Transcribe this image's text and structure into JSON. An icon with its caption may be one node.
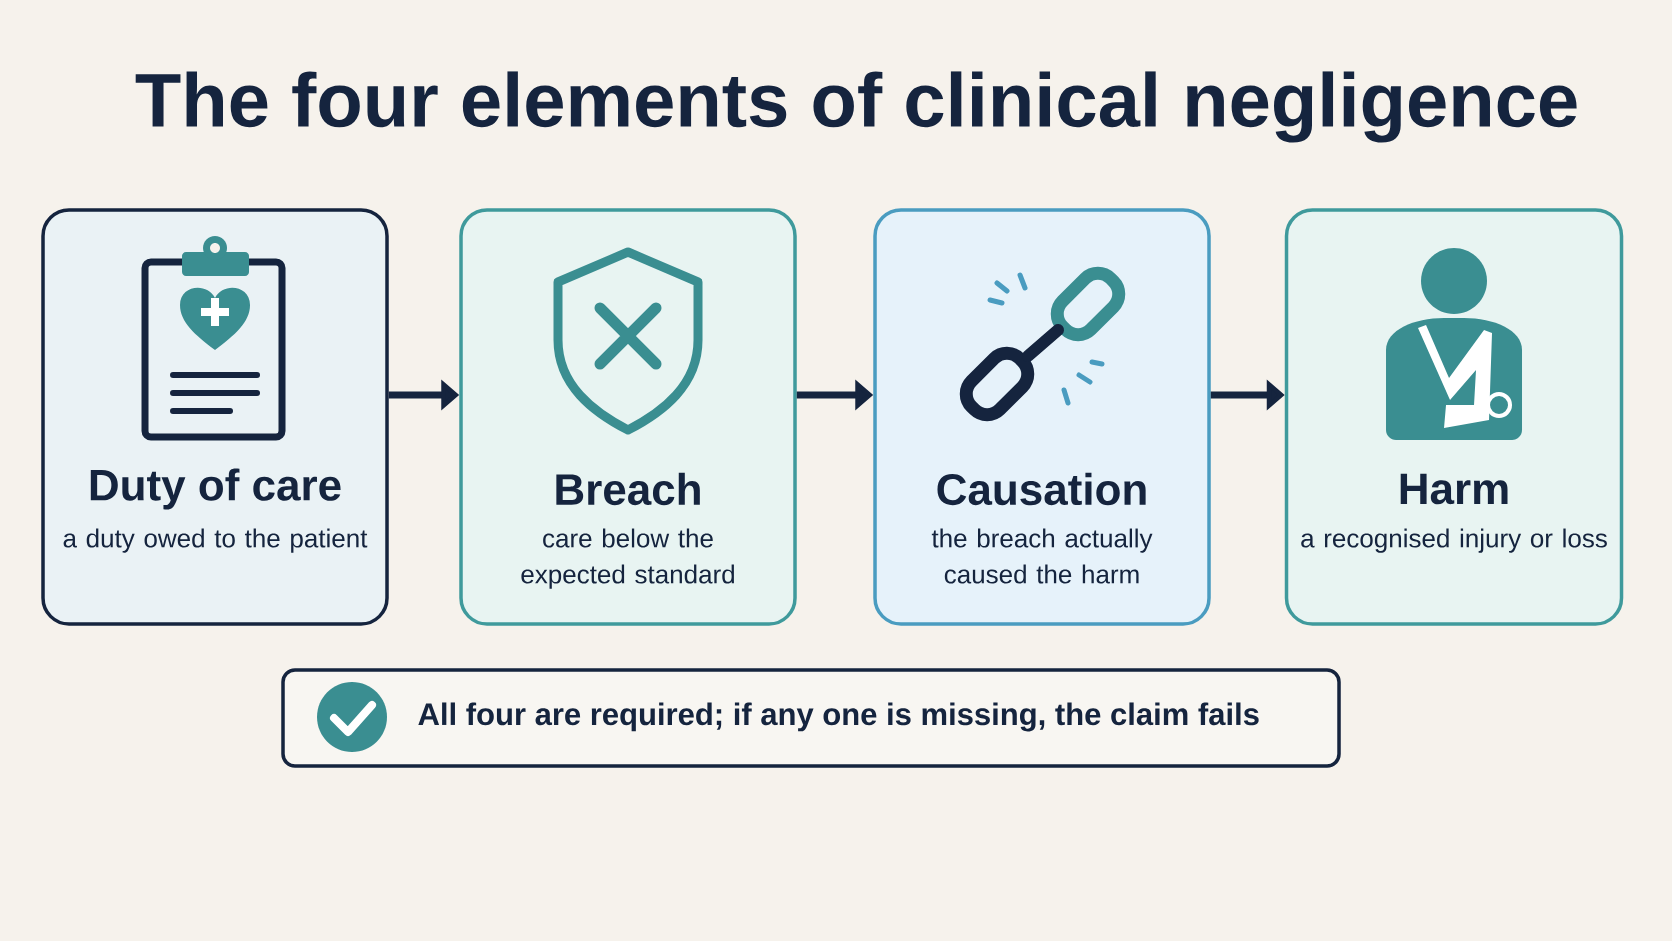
{
  "diagram": {
    "title": "The four elements of clinical negligence",
    "nodes": [
      {
        "text": [
          "Duty of care",
          "a duty owed to the patient"
        ]
      },
      {
        "text": [
          "Breach",
          "care below the expected standard"
        ]
      },
      {
        "text": [
          "Causation",
          "the breach actually caused the harm"
        ]
      },
      {
        "text": [
          "Harm",
          "a recognised injury or loss"
        ]
      },
      {
        "text": [
          "All four are required; if any one is missing, the claim fails"
        ]
      }
    ],
    "edges": [
      {
        "from": 0,
        "to": 1,
        "arrow": "to"
      },
      {
        "from": 1,
        "to": 2,
        "arrow": "to"
      },
      {
        "from": 2,
        "to": 3,
        "arrow": "to"
      }
    ]
  }
}
